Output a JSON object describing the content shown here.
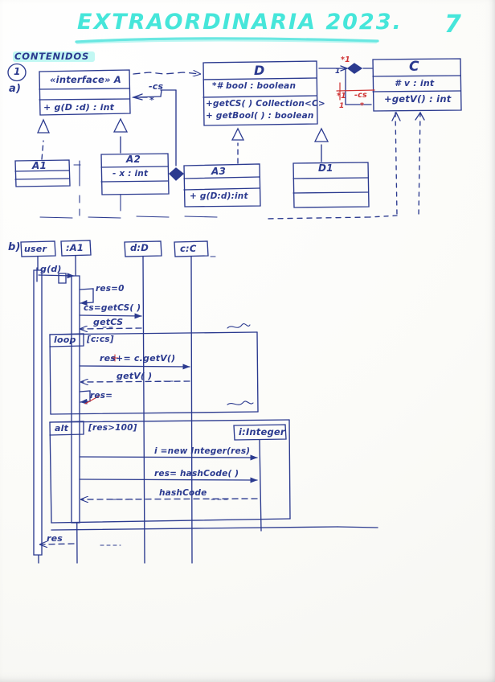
{
  "page": {
    "title": "EXTRAORDINARIA 2023.",
    "page_number": "7",
    "section_label": "CONTENIDOS",
    "question_number": "1",
    "part_a": "a)",
    "part_b": "b)",
    "ink_color": "#2b3a8f",
    "correction_color": "#cf3333",
    "highlight_color": "#46e6da"
  },
  "class_diagram": {
    "classes": [
      {
        "id": "A",
        "stereotype_and_name": "«interface» A",
        "attributes": [],
        "operations": [
          "+ g(D :d) : int"
        ]
      },
      {
        "id": "D",
        "stereotype_and_name": "D",
        "attributes": [
          "*# bool : boolean"
        ],
        "operations": [
          "+getCS( ) Collection<C>",
          "+ getBool( ) : boolean"
        ]
      },
      {
        "id": "C",
        "stereotype_and_name": "C",
        "attributes": [
          "# v : int"
        ],
        "operations": [
          "+getV() : int"
        ]
      },
      {
        "id": "A1",
        "stereotype_and_name": "A1",
        "attributes": [],
        "operations": []
      },
      {
        "id": "A2",
        "stereotype_and_name": "A2",
        "attributes": [
          "- x : int"
        ],
        "operations": []
      },
      {
        "id": "A3",
        "stereotype_and_name": "A3",
        "attributes": [],
        "operations": [
          "+ g(D:d):int"
        ]
      },
      {
        "id": "D1",
        "stereotype_and_name": "D1",
        "attributes": [],
        "operations": []
      }
    ],
    "association_labels": {
      "a_cs_role": "-cs",
      "a_cs_mult": "*",
      "d_c_role": "-cs",
      "d_c_mult_left": "1",
      "d_c_mult_right": "*",
      "correction_top": "*1",
      "correction_left": "*1"
    }
  },
  "sequence_diagram": {
    "lifelines": [
      {
        "id": "user",
        "label": "user"
      },
      {
        "id": "a1",
        "label": ":A1"
      },
      {
        "id": "dD",
        "label": "d:D"
      },
      {
        "id": "cC",
        "label": "c:C"
      },
      {
        "id": "iInteger",
        "label": "i:Integer"
      }
    ],
    "messages": [
      {
        "id": "m1",
        "label": "g(d)"
      },
      {
        "id": "m2",
        "label": "res=0"
      },
      {
        "id": "m3",
        "label": "cs=getCS( )"
      },
      {
        "id": "m4",
        "label": "getCS"
      },
      {
        "id": "m5",
        "label": "res+= c.getV()"
      },
      {
        "id": "m6",
        "label": "getV( )"
      },
      {
        "id": "m7",
        "label": "res="
      },
      {
        "id": "m8",
        "label": "i =new Integer(res)"
      },
      {
        "id": "m9",
        "label": "res= hashCode( )"
      },
      {
        "id": "m10",
        "label": "hashCode"
      },
      {
        "id": "m11",
        "label": "res"
      }
    ],
    "fragments": [
      {
        "id": "loop",
        "operator": "loop",
        "guard": "[c:cs]"
      },
      {
        "id": "alt",
        "operator": "alt",
        "guard": "[res>100]"
      }
    ]
  }
}
